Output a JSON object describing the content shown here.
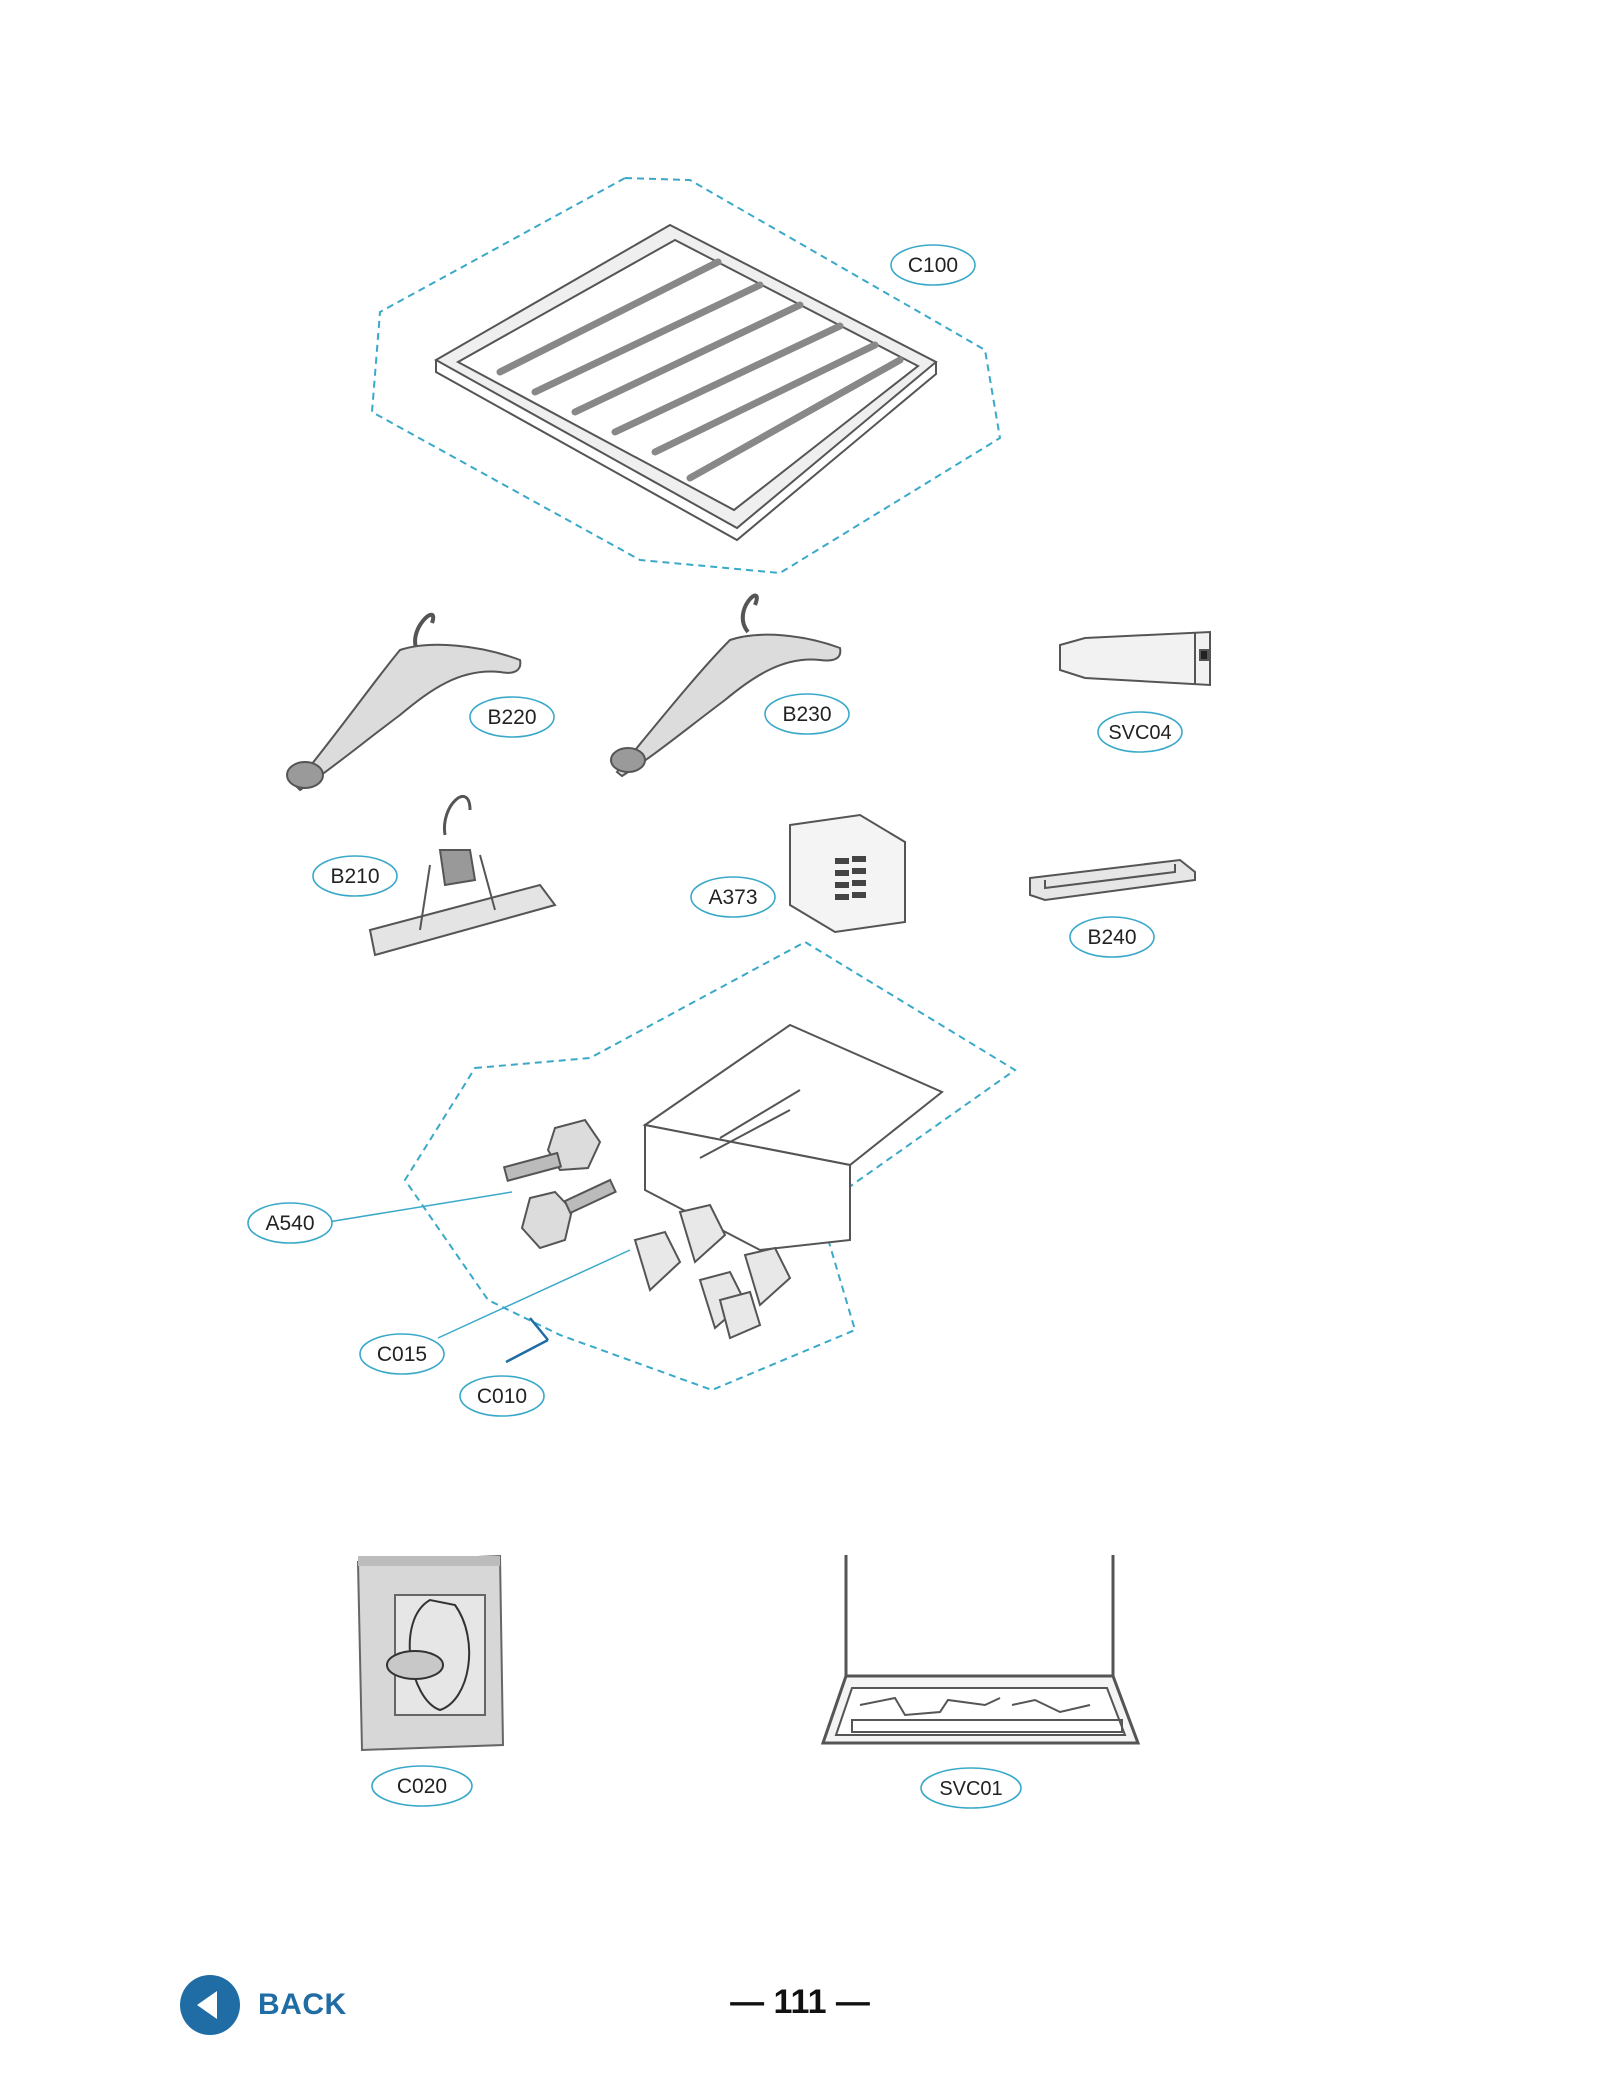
{
  "parts": {
    "C100": "C100",
    "B220": "B220",
    "B230": "B230",
    "SVC04": "SVC04",
    "B210": "B210",
    "A373": "A373",
    "B240": "B240",
    "A540": "A540",
    "C015": "C015",
    "C010": "C010",
    "C020": "C020",
    "SVC01": "SVC01"
  },
  "nav": {
    "back_label": "BACK",
    "back_icon": "back-arrow-icon"
  },
  "page": {
    "number": "— 111 —"
  },
  "colors": {
    "callout": "#3aa9c9",
    "accent": "#1f6da4",
    "line": "#555555",
    "fill": "#e9e9e9"
  }
}
